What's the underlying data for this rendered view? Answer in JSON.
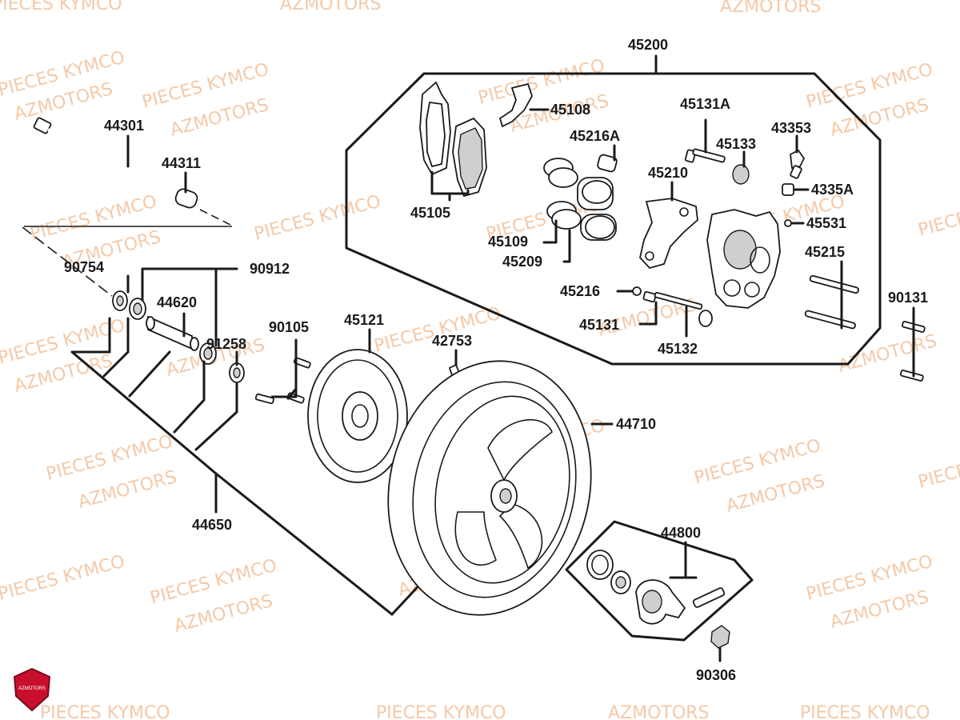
{
  "diagram": {
    "parts": {
      "p45200": "45200",
      "p45108": "45108",
      "p45131A": "45131A",
      "p43353": "43353",
      "p45216A": "45216A",
      "p45133": "45133",
      "p4335A": "4335A",
      "p45210": "45210",
      "p45531": "45531",
      "p45105": "45105",
      "p45109": "45109",
      "p45209": "45209",
      "p45215": "45215",
      "p45216": "45216",
      "p45131": "45131",
      "p45132": "45132",
      "p90131": "90131",
      "p44301": "44301",
      "p44311": "44311",
      "p90754": "90754",
      "p90912": "90912",
      "p44620": "44620",
      "p91258": "91258",
      "p90105": "90105",
      "p45121": "45121",
      "p42753": "42753",
      "p44710": "44710",
      "p44650": "44650",
      "p44800": "44800",
      "p90306": "90306"
    },
    "watermark": {
      "line1": "PIECES KYMCO",
      "line2": "AZMOTORS"
    },
    "logo_text": "AZMOTORS",
    "colors": {
      "watermark": "#f4c9a8",
      "line": "#1a1a1a",
      "logo": "#c8102e"
    }
  }
}
